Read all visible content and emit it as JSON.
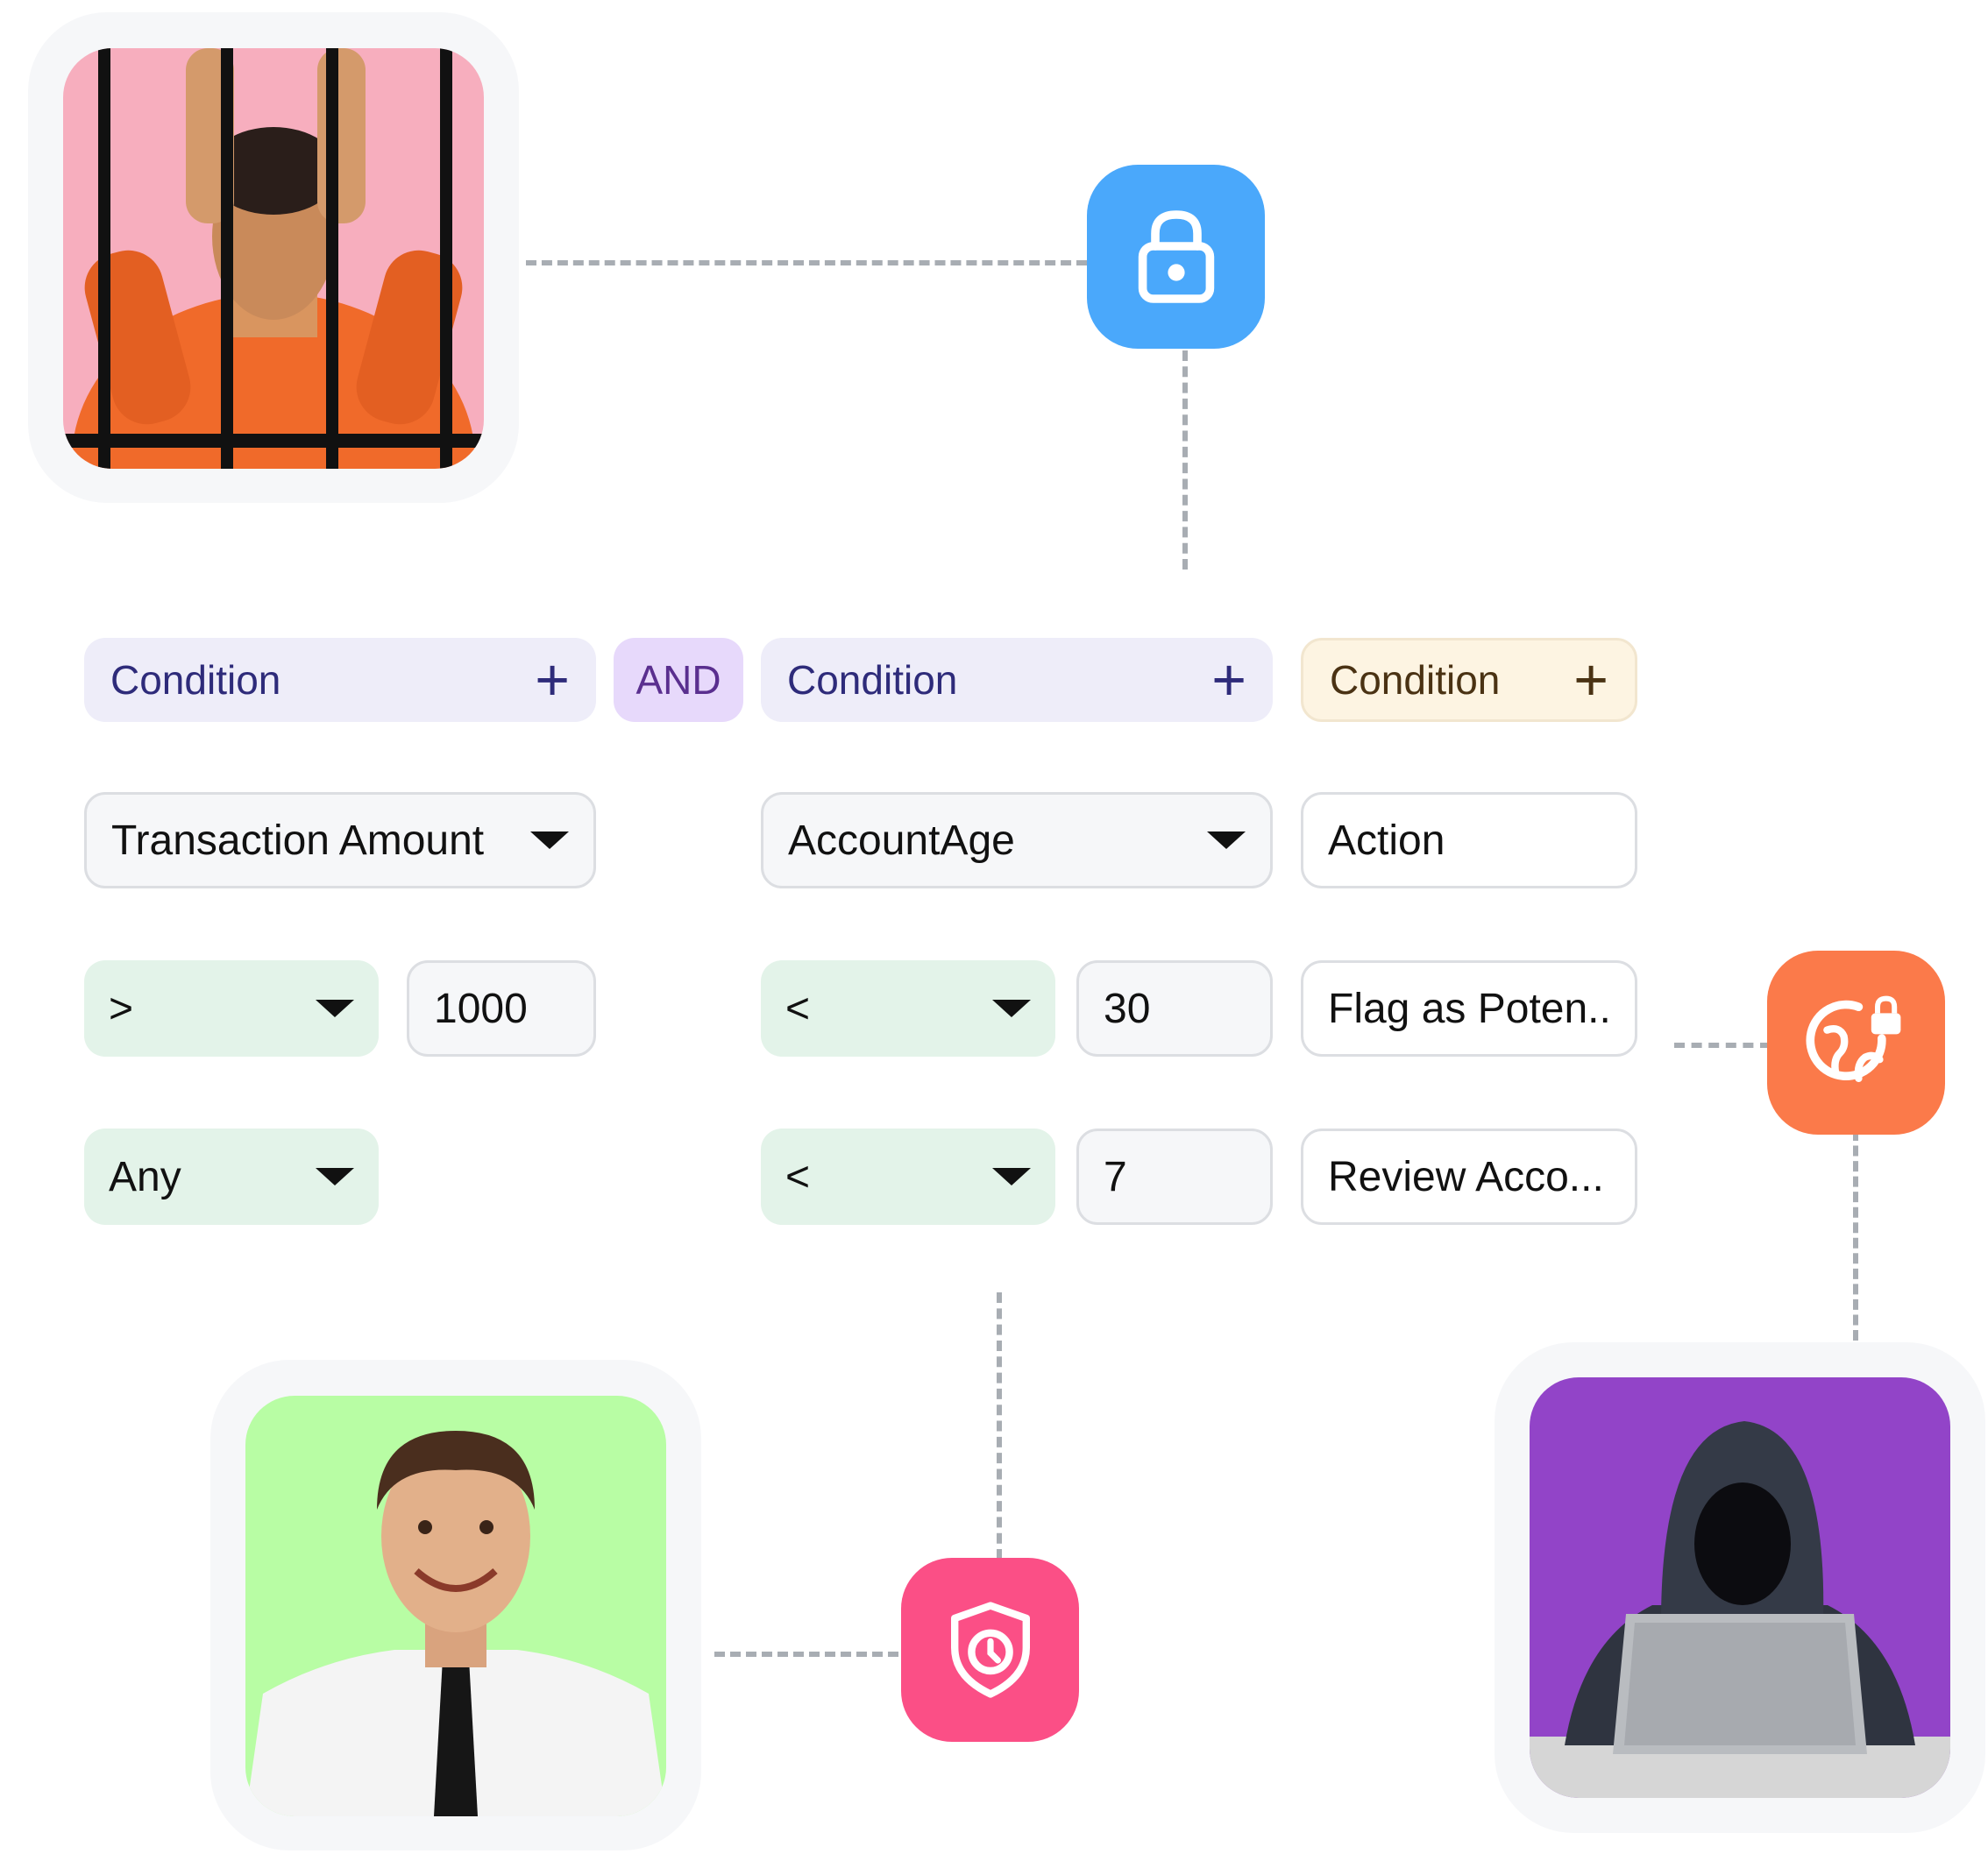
{
  "builder": {
    "header": [
      {
        "label": "Condition",
        "plus": "+"
      },
      {
        "label": "AND"
      },
      {
        "label": "Condition",
        "plus": "+"
      },
      {
        "label": "Condition",
        "plus": "+"
      }
    ],
    "col1": {
      "field": "Transaction Amount",
      "operator": ">",
      "value": "1000",
      "scope": "Any"
    },
    "col2": {
      "field": "AccountAge",
      "operator1": "<",
      "value1": "30",
      "operator2": "<",
      "value2": "7"
    },
    "col3": {
      "field": "Action",
      "action1": "Flag as Poten..",
      "action2": "Review Acco..."
    }
  },
  "icons": {
    "lock": "lock-icon",
    "globe_lock": "globe-lock-icon",
    "shield_clock": "shield-clock-icon"
  },
  "colors": {
    "lock_tile": "#4aa8fb",
    "globe_tile": "#fb7a4a",
    "shield_tile": "#fb4f86",
    "photo_prisoner_bg": "#f7aebe",
    "photo_man_bg": "#b8fda4",
    "photo_hacker_bg": "#9244c8"
  }
}
